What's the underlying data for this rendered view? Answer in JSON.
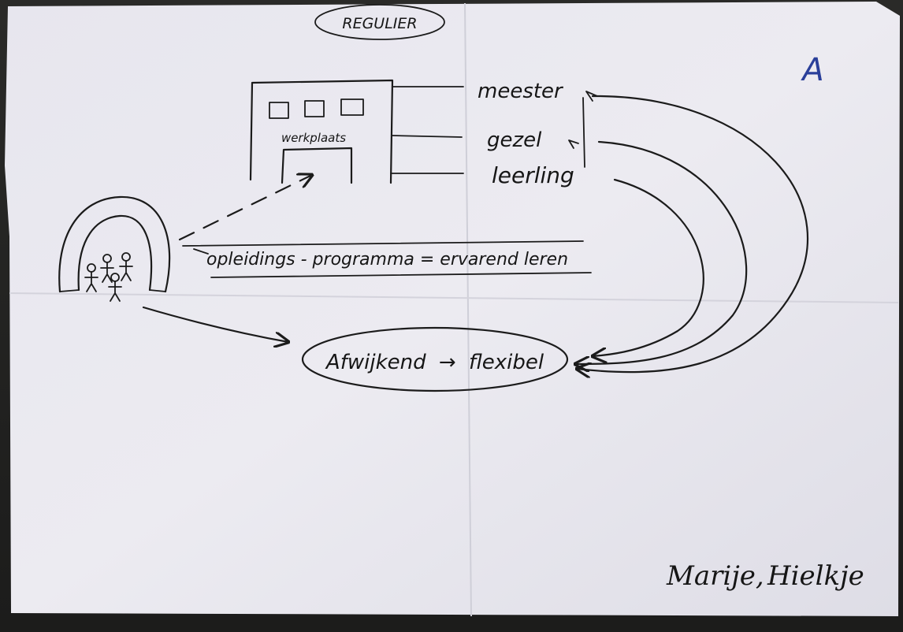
{
  "title": "REGULIER",
  "corner_letter": "A",
  "building": {
    "label": "werkplaats"
  },
  "levels": [
    {
      "label": "meester"
    },
    {
      "label": "gezel"
    },
    {
      "label": "leerling"
    }
  ],
  "program_text": "opleidings - programma = ervarend leren",
  "outcome": {
    "from": "Afwijkend",
    "arrow": "→",
    "to": "flexibel"
  },
  "authors": [
    "Marije,",
    "Hielkje"
  ],
  "colors": {
    "paper": "#e9e8ef",
    "ink": "#1b1b1b",
    "letter_blue": "#2a3f9a"
  }
}
